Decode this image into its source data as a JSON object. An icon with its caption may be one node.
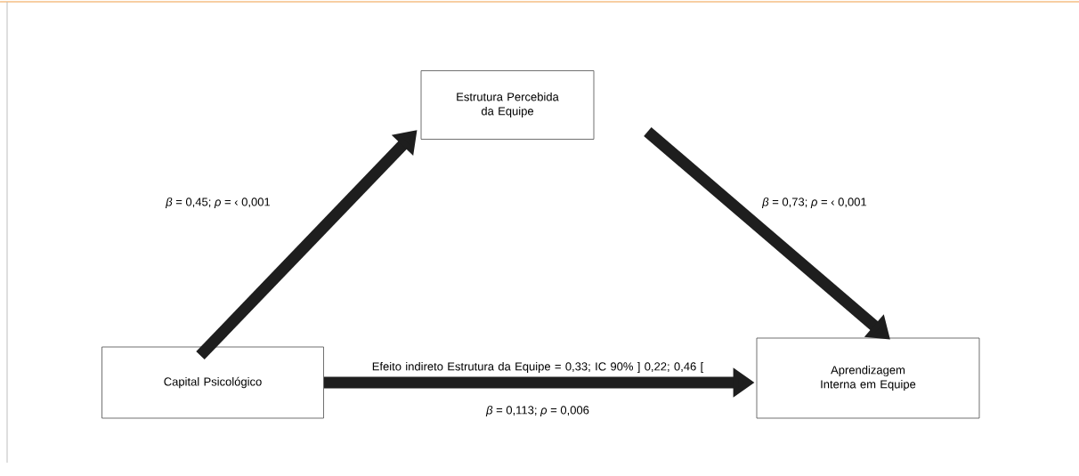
{
  "diagram": {
    "nodes": [
      {
        "text": [
          "Estrutura Percebida da Equipe"
        ]
      },
      {
        "text": [
          "Capital Psicológico"
        ]
      },
      {
        "text": [
          "Aprendizagem Interna em Equipe"
        ]
      }
    ],
    "edges": [
      {
        "from": 1,
        "to": 0,
        "arrow": "to",
        "label": "*β* = 0,45; *ρ* = ‹ 0,001"
      },
      {
        "from": 0,
        "to": 2,
        "arrow": "to",
        "label": "*β* = 0,73; *ρ* = ‹ 0,001"
      },
      {
        "from": 1,
        "to": 2,
        "arrow": "to",
        "label": "*β* = 0,113; *ρ* = 0,006"
      }
    ],
    "labels": [
      "Efeito indireto Estrutura da Equipe = 0,33; IC 90% ] 0,22; 0,46 ["
    ]
  }
}
